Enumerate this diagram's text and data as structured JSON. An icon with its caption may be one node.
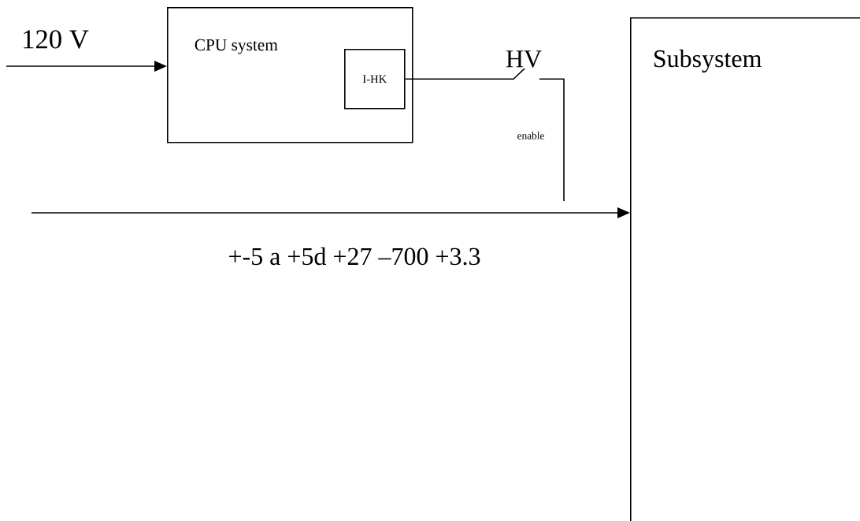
{
  "diagram": {
    "nodes": [
      {
        "text": [
          "CPU system"
        ]
      },
      {
        "text": [
          "I-HK"
        ],
        "in": 0
      },
      {
        "text": [
          "Subsystem"
        ]
      }
    ],
    "edges": [
      {
        "from": null,
        "to": 0,
        "arrow": "to",
        "label": "120 V"
      },
      {
        "from": 1,
        "to": null,
        "arrow": "none",
        "label": "HV"
      },
      {
        "from": null,
        "to": 2,
        "arrow": "to",
        "label": "+-5 a +5d +27 –700 +3.3"
      }
    ],
    "labels": [
      "enable"
    ]
  }
}
